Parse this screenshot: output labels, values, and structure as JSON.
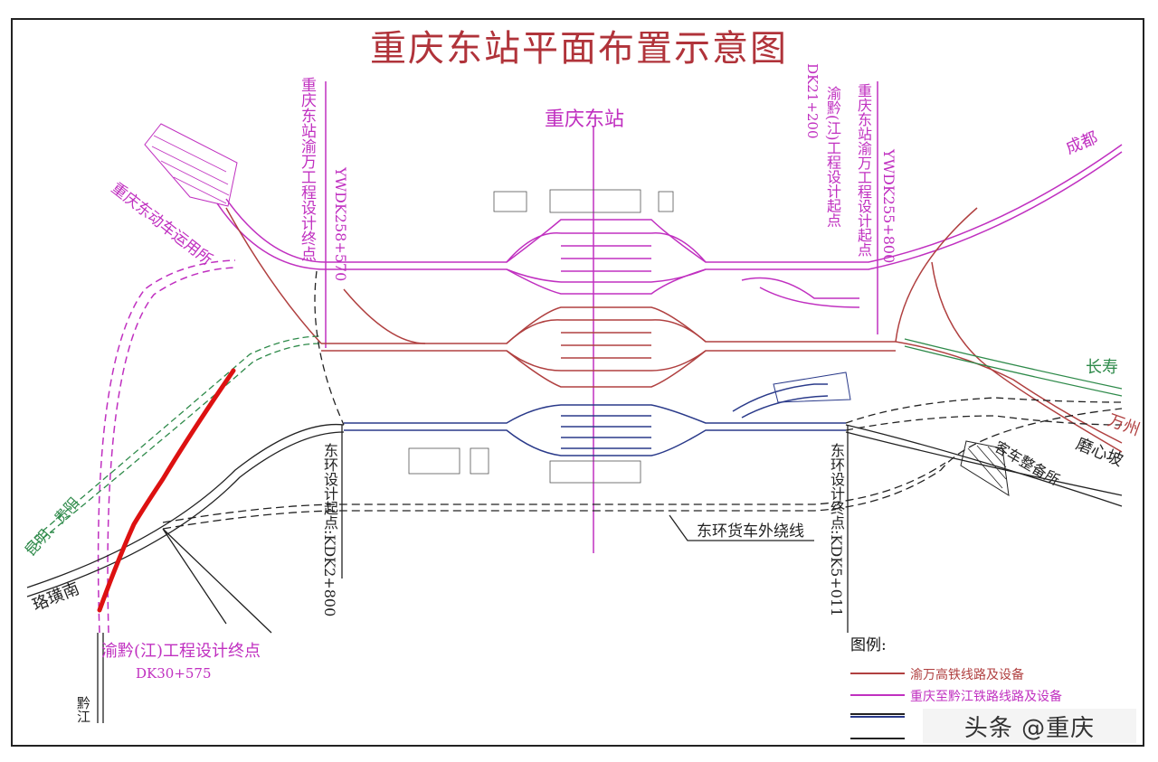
{
  "title": "重庆东站平面布置示意图",
  "station_name": "重庆东站",
  "labels": {
    "yuwan_end": "重庆东站渝万工程设计终点",
    "ywdk258": "YWDK258+570",
    "yuqian_start": "渝黔(江)工程设计起点",
    "dk21": "DK21+200",
    "yuwan_start": "重庆东站渝万工程设计起点",
    "ywdk255": "YWDK255+800",
    "emu_depot": "重庆东动车运用所",
    "chengdu": "成都",
    "changshou": "长寿",
    "wanzhou": "万州",
    "moxinpo": "磨心坡",
    "coach_yard": "客车整备所",
    "kunming_guiyang": "昆明、贵阳",
    "luohuangnan": "珞璜南",
    "qianjiang": "黔江",
    "yuqian_end": "渝黔(江)工程设计终点",
    "dk30": "DK30+575",
    "east_ring_start": "东环设计起点:KDK2+800",
    "east_ring_end": "东环设计终点:KDK5+011",
    "freight_bypass": "东环货车外绕线"
  },
  "legend": {
    "title": "图例:",
    "items": [
      {
        "label": "渝万高铁线路及设备",
        "color": "#b04040"
      },
      {
        "label": "重庆至黔江铁路线路及设备",
        "color": "#c030c0"
      },
      {
        "label": "",
        "color": "#2a3a8a"
      },
      {
        "label": "",
        "color": "#222222"
      }
    ]
  },
  "watermark": "头条 @重庆",
  "colors": {
    "yuwan": "#b04040",
    "yuqian": "#c030c0",
    "east_ring": "#2a3a8a",
    "existing": "#222222",
    "green": "#2e8a4a",
    "red_mark": "#dd1111"
  }
}
